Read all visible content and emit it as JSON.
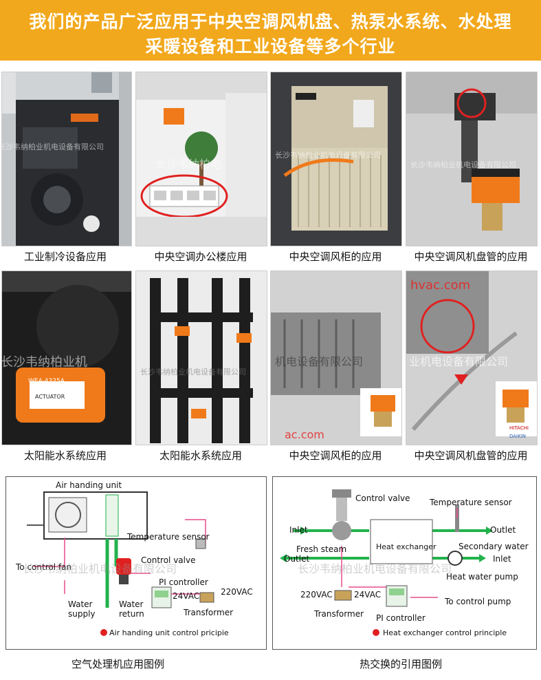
{
  "banner": {
    "line1": "我们的产品广泛应用于中央空调风机盘、热泵水系统、水处理",
    "line2": "采暖设备和工业设备等多个行业"
  },
  "captions": [
    "工业制冷设备应用",
    "中央空调办公楼应用",
    "中央空调风柜的应用",
    "中央空调风机盘管的应用",
    "太阳能水系统应用",
    "太阳能水系统应用",
    "中央空调风柜的应用",
    "中央空调风机盘管的应用"
  ],
  "watermarks": {
    "company": "长沙韦纳柏业机电设备有限公司",
    "short": "长沙韦纳柏电",
    "partial1": "长沙韦纳柏业机",
    "partial2": "机电设备有限公司",
    "partial3": "业机电设备有限公司",
    "url1": "hvac.com",
    "url2": "ac.com"
  },
  "diagram_left": {
    "labels": {
      "air_handling_unit": "Air handing unit",
      "temperature_sensor": "Temperature sensor",
      "to_control_fan": "To control fan",
      "control_valve": "Control valve",
      "pi_controller": "PI controller",
      "v24": "24VAC",
      "v220": "220VAC",
      "water_supply": "Water\nsupply",
      "water_return": "Water\nreturn",
      "transformer": "Transformer"
    },
    "legend": "Air handing unit control pricipie",
    "caption": "空气处理机应用图例"
  },
  "diagram_right": {
    "labels": {
      "control_valve": "Control valve",
      "temperature_sensor": "Temperature sensor",
      "inlet": "Inlet",
      "heat_exchanger": "Heat exchanger",
      "outlet_right": "Outlet",
      "fresh_steam": "Fresh steam",
      "outlet_left": "Outlet",
      "secondary_water": "Secondary water",
      "inlet_right": "Inlet",
      "heat_water_pump": "Heat water pump",
      "v220": "220VAC",
      "v24": "24VAC",
      "to_control_pump": "To control pump",
      "transformer": "Transformer",
      "pi_controller": "PI controller"
    },
    "legend": "Heat exchanger control principle",
    "caption": "热交换的引用图例"
  },
  "photo_labels": {
    "product_label": "WEA-4325A",
    "actuator": "ACTUATOR",
    "hitachi": "HITACHI",
    "daikin": "DAIKIN"
  },
  "colors": {
    "banner": "#f2a81c",
    "valve_orange": "#f07a1a",
    "pipe_green": "#22b24c",
    "pipe_pink": "#e84a8a"
  }
}
